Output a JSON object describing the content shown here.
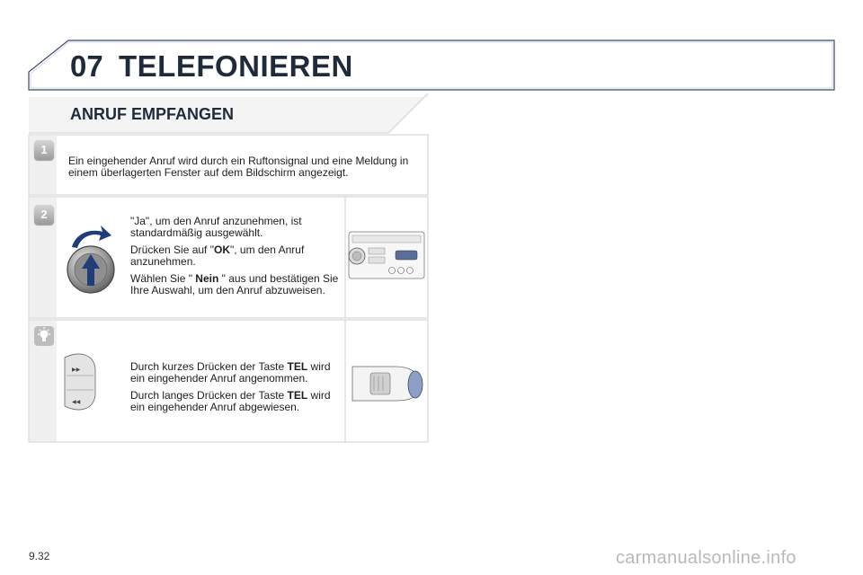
{
  "header": {
    "chapter_number": "07",
    "chapter_title": "TELEFONIEREN"
  },
  "section": {
    "title": "ANRUF EMPFANGEN"
  },
  "steps": [
    {
      "badge": "1",
      "paragraphs": [
        "Ein eingehender Anruf wird durch ein Ruftonsignal und eine Meldung in einem überlagerten Fenster auf dem Bildschirm angezeigt."
      ]
    },
    {
      "badge": "2",
      "p1": "\"Ja\", um den Anruf anzunehmen, ist standardmäßig ausgewählt.",
      "p2_pre": "Drücken Sie auf \"",
      "p2_bold": "OK",
      "p2_post": "\", um den Anruf anzunehmen.",
      "p3_pre": "Wählen Sie \" ",
      "p3_bold": "Nein",
      "p3_post": " \" aus und bestätigen Sie Ihre Auswahl, um den Anruf abzuweisen."
    }
  ],
  "tip": {
    "p1_pre": "Durch kurzes Drücken der Taste ",
    "p1_bold": "TEL",
    "p1_post": " wird ein eingehender Anruf angenommen.",
    "p2_pre": "Durch langes Drücken der Taste ",
    "p2_bold": "TEL",
    "p2_post": " wird ein eingehender Anruf abgewiesen."
  },
  "footer": {
    "page_number": "9.32",
    "watermark": "carmanualsonline.info"
  },
  "icons": {
    "tip": "lightbulb-icon",
    "knob": "rotary-knob-icon"
  },
  "colors": {
    "accent": "#1f3d7a",
    "title": "#1f2a3a",
    "frame": "#c8c8c8"
  }
}
